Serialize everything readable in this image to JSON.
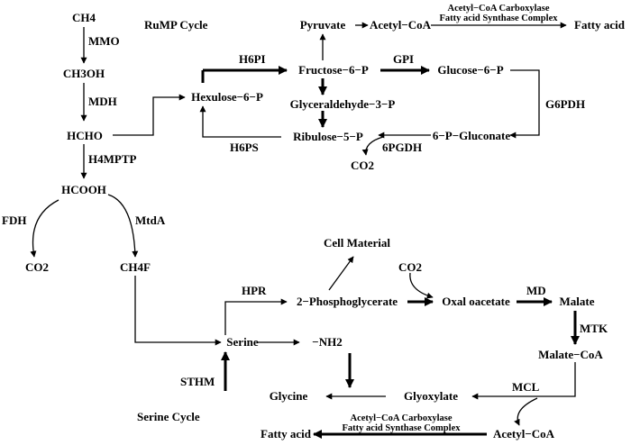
{
  "nodes": {
    "ch4": "CH4",
    "ch3oh": "CH3OH",
    "hcho": "HCHO",
    "hcooh": "HCOOH",
    "co2_fdh": "CO2",
    "ch4f": "CH4F",
    "hexulose": "Hexulose−6−P",
    "fructose": "Fructose−6−P",
    "glucose": "Glucose−6−P",
    "pyruvate": "Pyruvate",
    "acetyl_top": "Acetyl−CoA",
    "fatty_top": "Fatty acid",
    "g3p": "Glyceraldehyde−3−P",
    "ribulose": "Ribulose−5−P",
    "gluconate": "6−P−Gluconate",
    "co2_6pgdh": "CO2",
    "cell_material": "Cell Material",
    "phosphoglycerate": "2−Phosphoglycerate",
    "co2_oxal": "CO2",
    "oxaloacetate": "Oxal oacetate",
    "malate": "Malate",
    "malate_coa": "Malate−CoA",
    "serine": "Serine",
    "nh2": "−NH2",
    "glycine": "Glycine",
    "glyoxylate": "Glyoxylate",
    "acetyl_bottom": "Acetyl−CoA",
    "fatty_bottom": "Fatty acid"
  },
  "enzymes": {
    "mmo": "MMO",
    "mdh": "MDH",
    "h4mptp": "H4MPTP",
    "fdh": "FDH",
    "mtda": "MtdA",
    "h6pi": "H6PI",
    "gpi": "GPI",
    "g6pdh": "G6PDH",
    "h6ps": "H6PS",
    "pgdh6": "6PGDH",
    "hpr": "HPR",
    "md": "MD",
    "mtk": "MTK",
    "mcl": "MCL",
    "sthm": "STHM",
    "carbox_top_1": "Acetyl−CoA Carboxylase",
    "carbox_top_2": "Fatty acid Synthase Complex",
    "carbox_bot_1": "Acetyl−CoA Carboxylase",
    "carbox_bot_2": "Fatty acid Synthase Complex"
  },
  "cycles": {
    "rump": "RuMP Cycle",
    "serine": "Serine Cycle"
  }
}
